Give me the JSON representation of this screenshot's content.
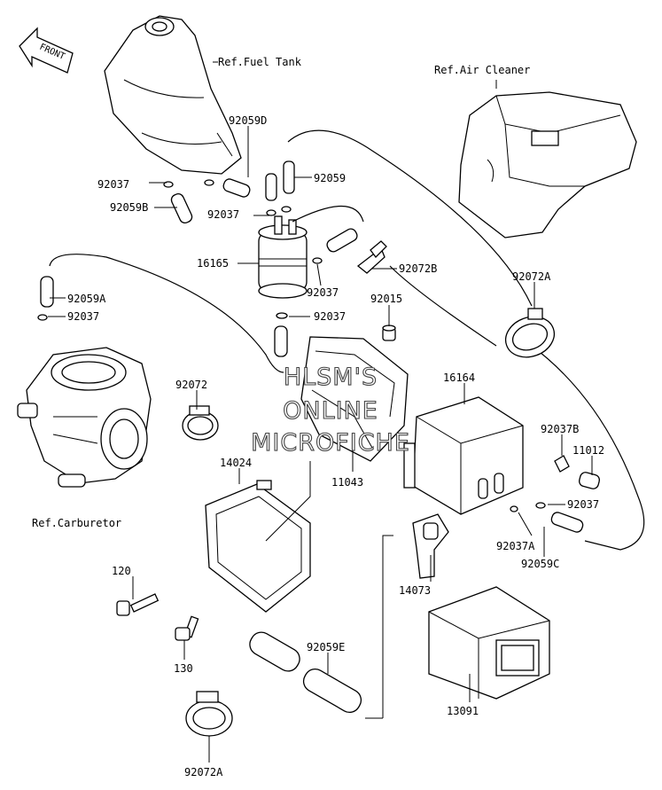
{
  "front_arrow": {
    "label": "FRONT"
  },
  "watermark": {
    "line1": "HLSM'S",
    "line2": "ONLINE",
    "line3": "MICROFICHE"
  },
  "refs": {
    "fuel_tank": "Ref.Fuel Tank",
    "air_cleaner": "Ref.Air Cleaner",
    "carburetor": "Ref.Carburetor"
  },
  "part_labels": [
    "92059D",
    "92037",
    "92059B",
    "92037",
    "92059",
    "16165",
    "92072B",
    "92037",
    "92059A",
    "92037",
    "92037",
    "92015",
    "92072A",
    "92072",
    "16164",
    "11043",
    "92037B",
    "11012",
    "14024",
    "92037",
    "92037A",
    "92059C",
    "120",
    "14073",
    "130",
    "92059E",
    "13091",
    "92072A"
  ]
}
